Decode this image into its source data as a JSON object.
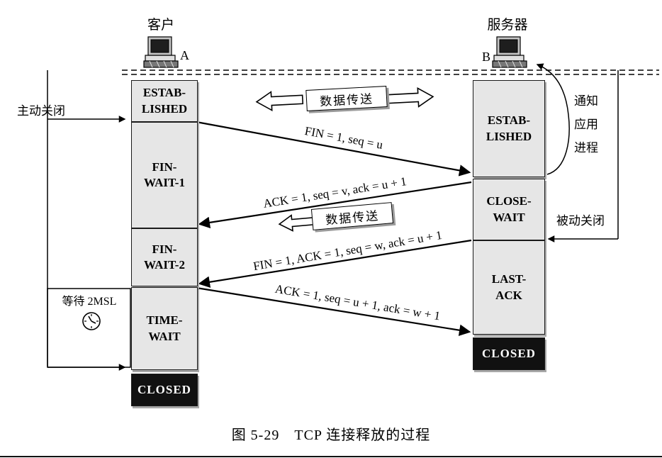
{
  "caption": "图 5-29　TCP 连接释放的过程",
  "client": {
    "label": "客户",
    "letter": "A",
    "states": {
      "established": "ESTAB-\nLISHED",
      "fin_wait_1": "FIN-\nWAIT-1",
      "fin_wait_2": "FIN-\nWAIT-2",
      "time_wait": "TIME-\nWAIT",
      "closed": "CLOSED"
    }
  },
  "server": {
    "label": "服务器",
    "letter": "B",
    "states": {
      "established": "ESTAB-\nLISHED",
      "close_wait": "CLOSE-\nWAIT",
      "last_ack": "LAST-\nACK",
      "closed": "CLOSED"
    }
  },
  "messages": {
    "fin1": "FIN = 1, seq = u",
    "ack1": "ACK = 1, seq = v, ack = u + 1",
    "fin2": "FIN = 1, ACK = 1, seq = w, ack = u + 1",
    "ack2": "ACK = 1, seq = u + 1, ack = w + 1"
  },
  "annotations": {
    "active_close": "主动关闭",
    "passive_close": "被动关闭",
    "notify_app": "通知\n应用\n进程",
    "wait_2msl": "等待 2MSL",
    "data_transfer_top": "数据传送",
    "data_transfer_mid": "数据传送"
  },
  "colors": {
    "state_fill": "#e6e6e6",
    "closed_fill": "#111111",
    "line": "#000000"
  }
}
